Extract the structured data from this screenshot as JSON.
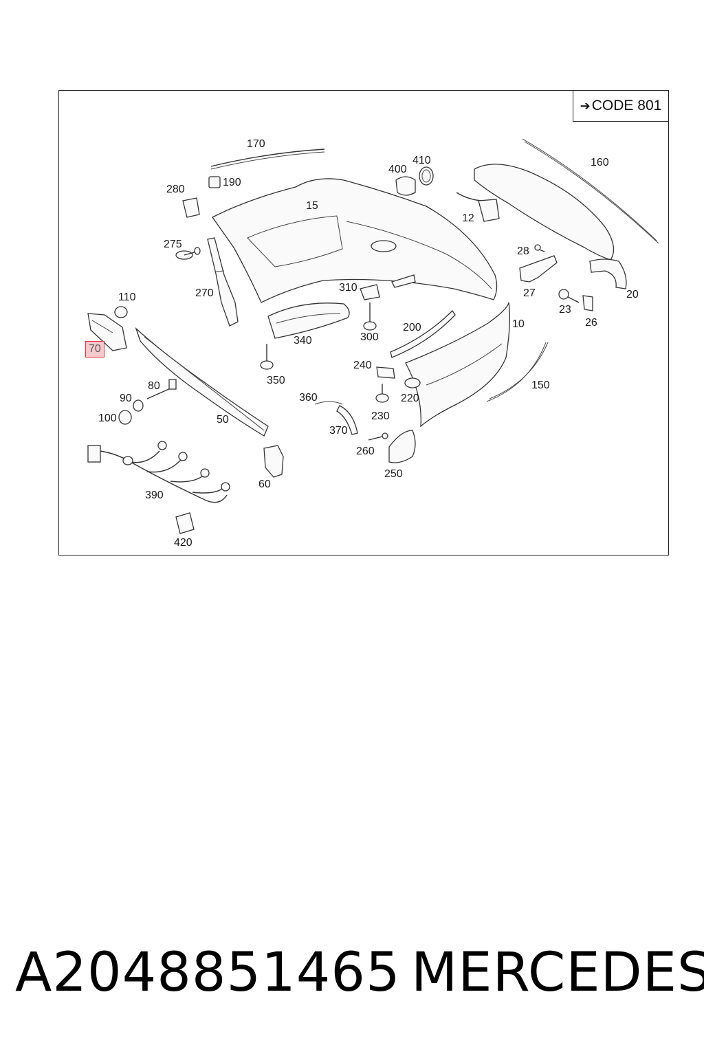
{
  "code_box": {
    "arrow_icon": "right-arrow-icon",
    "text": "CODE 801"
  },
  "callouts": {
    "c170": "170",
    "c190": "190",
    "c280": "280",
    "c15": "15",
    "c400": "400",
    "c410": "410",
    "c160": "160",
    "c12": "12",
    "c275": "275",
    "c270": "270",
    "c110": "110",
    "c70": "70",
    "c310": "310",
    "c28": "28",
    "c27": "27",
    "c20": "20",
    "c23": "23",
    "c26": "26",
    "c300": "300",
    "c200": "200",
    "c10": "10",
    "c340": "340",
    "c350": "350",
    "c240": "240",
    "c80": "80",
    "c90": "90",
    "c100": "100",
    "c360": "360",
    "c220": "220",
    "c150": "150",
    "c230": "230",
    "c50": "50",
    "c370": "370",
    "c260": "260",
    "c250": "250",
    "c60": "60",
    "c390": "390",
    "c420": "420"
  },
  "highlight_color": "#e0303a",
  "footer": {
    "part_number": "A2048851465",
    "brand": "MERCEDES"
  }
}
